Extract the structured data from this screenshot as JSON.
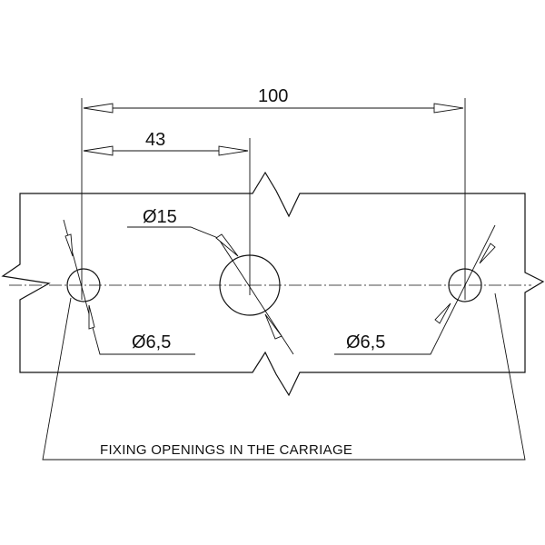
{
  "dimensions": {
    "total_spacing": "100",
    "center_offset": "43"
  },
  "callouts": {
    "large_hole": "Ø15",
    "left_hole": "Ø6,5",
    "right_hole": "Ø6,5"
  },
  "caption": "FIXING OPENINGS IN THE CARRIAGE"
}
